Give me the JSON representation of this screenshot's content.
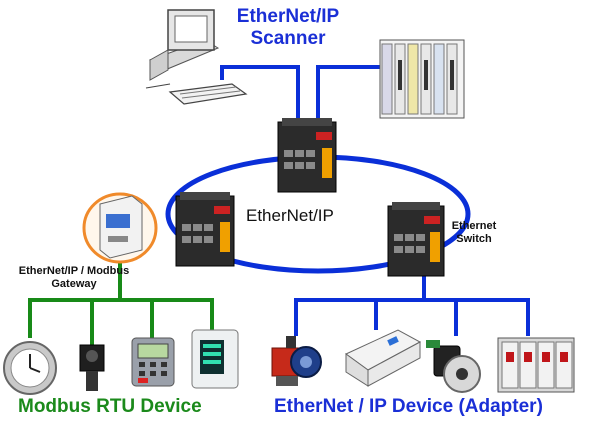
{
  "labels": {
    "scanner": "EtherNet/IP",
    "scanner_line2": "Scanner",
    "ring": "EtherNet/IP",
    "ethernet_switch_l1": "Ethernet",
    "ethernet_switch_l2": "Switch",
    "gateway_l1": "EtherNet/IP / Modbus",
    "gateway_l2": "Gateway",
    "modbus_title": "Modbus RTU Device",
    "adapter_title": "EtherNet / IP Device (Adapter)"
  },
  "colors": {
    "ethernet_link": "#0a2fd8",
    "modbus_link": "#188a18",
    "title_blue": "#1a2fd6",
    "title_green": "#1b8a1b",
    "gateway_outline": "#f08a2a"
  },
  "icons": {
    "pc": "desktop-computer-icon",
    "plc": "plc-rack-icon",
    "switch": "industrial-ethernet-switch-icon",
    "gateway": "modbus-gateway-icon",
    "modbus_devices": [
      "clock-display-icon",
      "photo-sensor-icon",
      "hmi-panel-icon",
      "meter-controller-icon"
    ],
    "adapter_devices": [
      "motor-drive-icon",
      "io-module-icon",
      "encoder-icon",
      "servo-drive-icon"
    ]
  }
}
